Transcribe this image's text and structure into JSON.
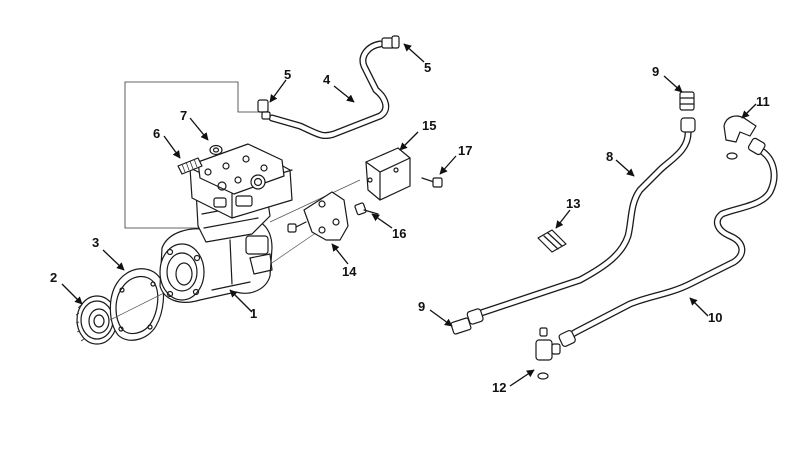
{
  "callouts": [
    {
      "id": "c1",
      "text": "1"
    },
    {
      "id": "c2",
      "text": "2"
    },
    {
      "id": "c3",
      "text": "3"
    },
    {
      "id": "c4",
      "text": "4"
    },
    {
      "id": "c5a",
      "text": "5"
    },
    {
      "id": "c5b",
      "text": "5"
    },
    {
      "id": "c6",
      "text": "6"
    },
    {
      "id": "c7",
      "text": "7"
    },
    {
      "id": "c8",
      "text": "8"
    },
    {
      "id": "c9a",
      "text": "9"
    },
    {
      "id": "c9b",
      "text": "9"
    },
    {
      "id": "c10",
      "text": "10"
    },
    {
      "id": "c11",
      "text": "11"
    },
    {
      "id": "c12",
      "text": "12"
    },
    {
      "id": "c13",
      "text": "13"
    },
    {
      "id": "c14",
      "text": "14"
    },
    {
      "id": "c15",
      "text": "15"
    },
    {
      "id": "c16",
      "text": "16"
    },
    {
      "id": "c17",
      "text": "17"
    }
  ]
}
